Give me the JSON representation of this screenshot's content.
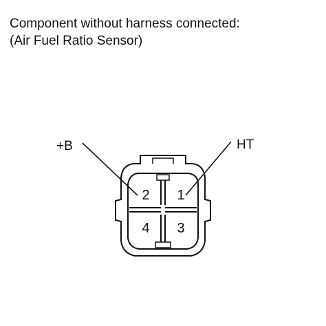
{
  "caption": {
    "line1": "Component without harness connected:",
    "line2": "(Air Fuel Ratio Sensor)"
  },
  "terminals": {
    "t1": "1",
    "t2": "2",
    "t3": "3",
    "t4": "4"
  },
  "callouts": {
    "left": "+B",
    "right": "HT"
  }
}
